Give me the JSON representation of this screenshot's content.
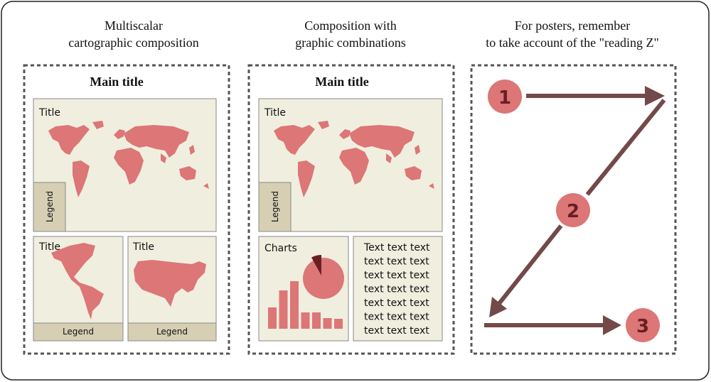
{
  "columns": [
    {
      "title_lines": [
        "Multiscalar",
        "cartographic composition"
      ],
      "main_title": "Main title",
      "map_title": "Title",
      "legend": "Legend",
      "small_panels": [
        {
          "title": "Title",
          "legend": "Legend"
        },
        {
          "title": "Title",
          "legend": "Legend"
        }
      ]
    },
    {
      "title_lines": [
        "Composition with",
        "graphic combinations"
      ],
      "main_title": "Main title",
      "map_title": "Title",
      "legend": "Legend",
      "charts_label": "Charts",
      "text_lines": [
        "Text text text",
        "text text text",
        "text text text",
        "text text text",
        "text text text",
        "text text text",
        "text text text"
      ]
    },
    {
      "title_lines": [
        "For posters, remember",
        "to take account of the \"reading Z\""
      ],
      "steps": [
        "1",
        "2",
        "3"
      ]
    }
  ],
  "chart_data": {
    "type": "bar",
    "values": [
      30,
      54,
      67,
      23,
      23,
      15,
      14
    ],
    "pie_highlight_fraction": 0.08
  },
  "colors": {
    "panel": "#f0eedf",
    "legend": "#d6cfb3",
    "map": "#dc7677",
    "arrow": "#73494a",
    "number": "#6b1e22",
    "pie_dark": "#6b1e22"
  }
}
